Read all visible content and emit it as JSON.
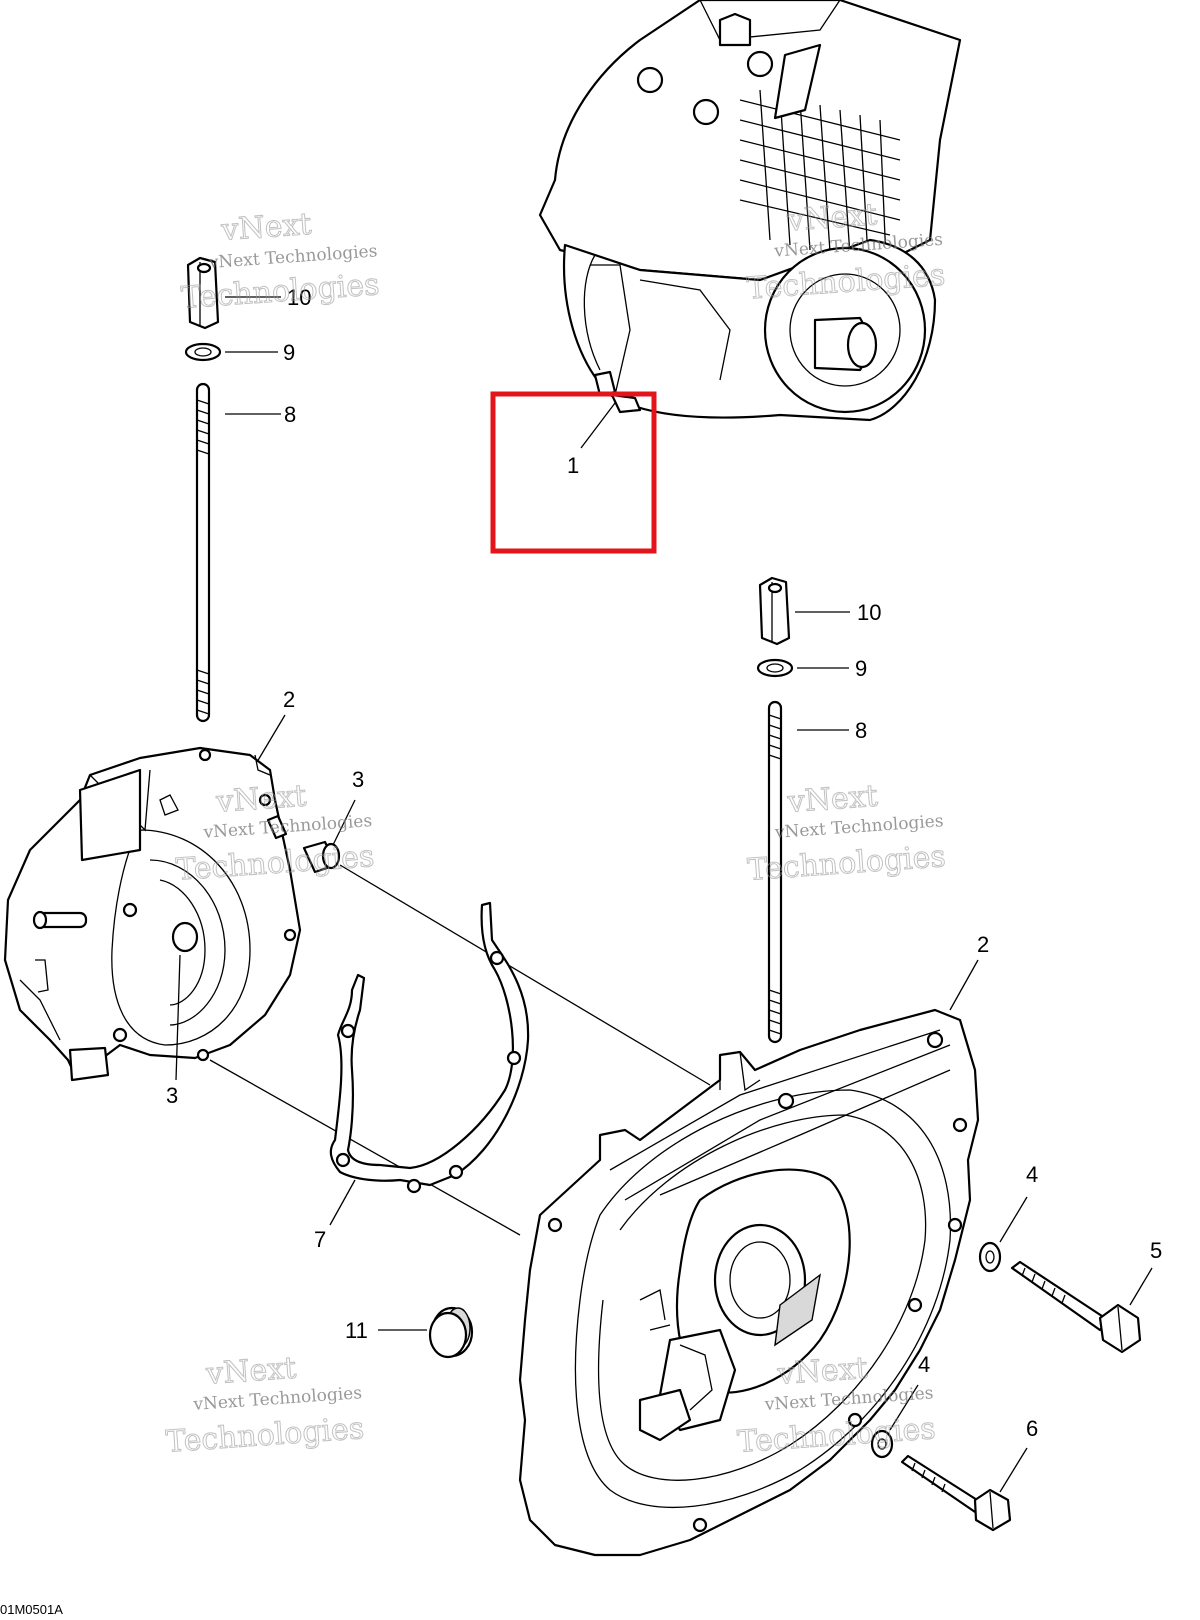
{
  "diagram": {
    "code": "01M0501A",
    "highlight_color": "#e3151a",
    "callouts": {
      "c1": "1",
      "c2a": "2",
      "c2b": "2",
      "c3a": "3",
      "c3b": "3",
      "c4a": "4",
      "c4b": "4",
      "c5": "5",
      "c6": "6",
      "c7": "7",
      "c8a": "8",
      "c8b": "8",
      "c9a": "9",
      "c9b": "9",
      "c10a": "10",
      "c10b": "10",
      "c11": "11"
    },
    "watermark": {
      "line1": "vNext Technologies",
      "line2": "vNext",
      "line3": "Technologies"
    }
  }
}
